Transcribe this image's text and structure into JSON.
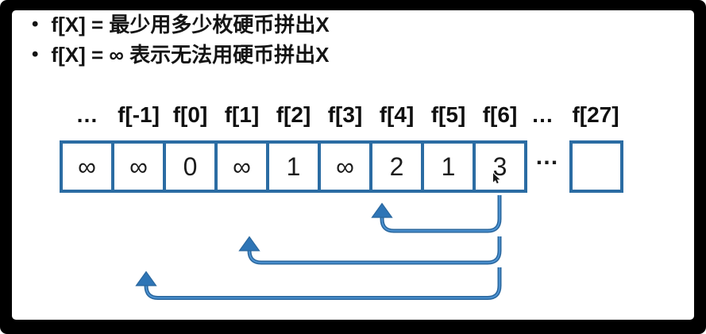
{
  "slide": {
    "bullets": [
      "f[X] = 最少用多少枚硬币拼出X",
      "f[X] = ∞ 表示无法用硬币拼出X"
    ]
  },
  "array": {
    "index_labels": [
      "…",
      "f[-1]",
      "f[0]",
      "f[1]",
      "f[2]",
      "f[3]",
      "f[4]",
      "f[5]",
      "f[6]"
    ],
    "cells": [
      "∞",
      "∞",
      "0",
      "∞",
      "1",
      "∞",
      "2",
      "1",
      "3"
    ],
    "gap_label": "…",
    "row_ellipsis": "…",
    "tail_label": "f[27]",
    "tail_cell_value": ""
  },
  "arrows": [
    {
      "from": "f[6]",
      "to": "f[4]"
    },
    {
      "from": "f[6]",
      "to": "f[1]"
    },
    {
      "from": "f[6]",
      "to": "f[-1]"
    }
  ],
  "colors": {
    "frame": "#000000",
    "slide_bg": "#FFFFFF",
    "cell_border": "#2B6CA3",
    "arrow_fill": "#2E75B6",
    "arrow_highlight": "#4E94D4",
    "text": "#141414"
  }
}
